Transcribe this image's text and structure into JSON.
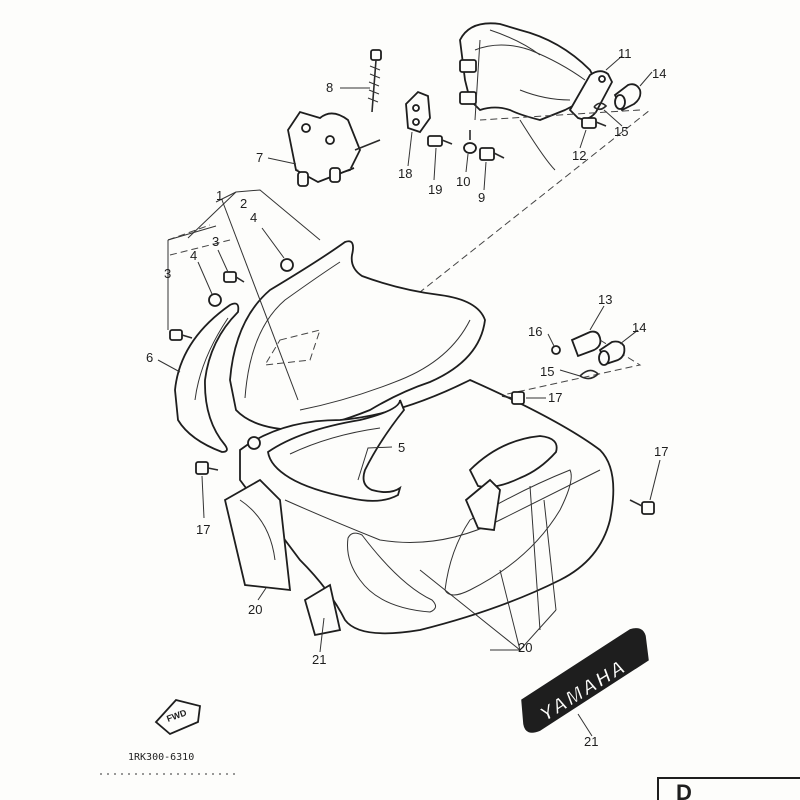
{
  "callouts": {
    "c1": "1",
    "c2": "2",
    "c3a": "3",
    "c3b": "3",
    "c4a": "4",
    "c4b": "4",
    "c5": "5",
    "c6": "6",
    "c7": "7",
    "c8": "8",
    "c9": "9",
    "c10": "10",
    "c11": "11",
    "c12": "12",
    "c13": "13",
    "c14a": "14",
    "c14b": "14",
    "c15a": "15",
    "c15b": "15",
    "c16": "16",
    "c17a": "17",
    "c17b": "17",
    "c17c": "17",
    "c18": "18",
    "c19": "19",
    "c20a": "20",
    "c20b": "20",
    "c21a": "21",
    "c21b": "21"
  },
  "decal_text": "YAMAHA",
  "fwd_label": "FWD",
  "diagram_code": "1RK300-6310",
  "corner_letter": "D"
}
